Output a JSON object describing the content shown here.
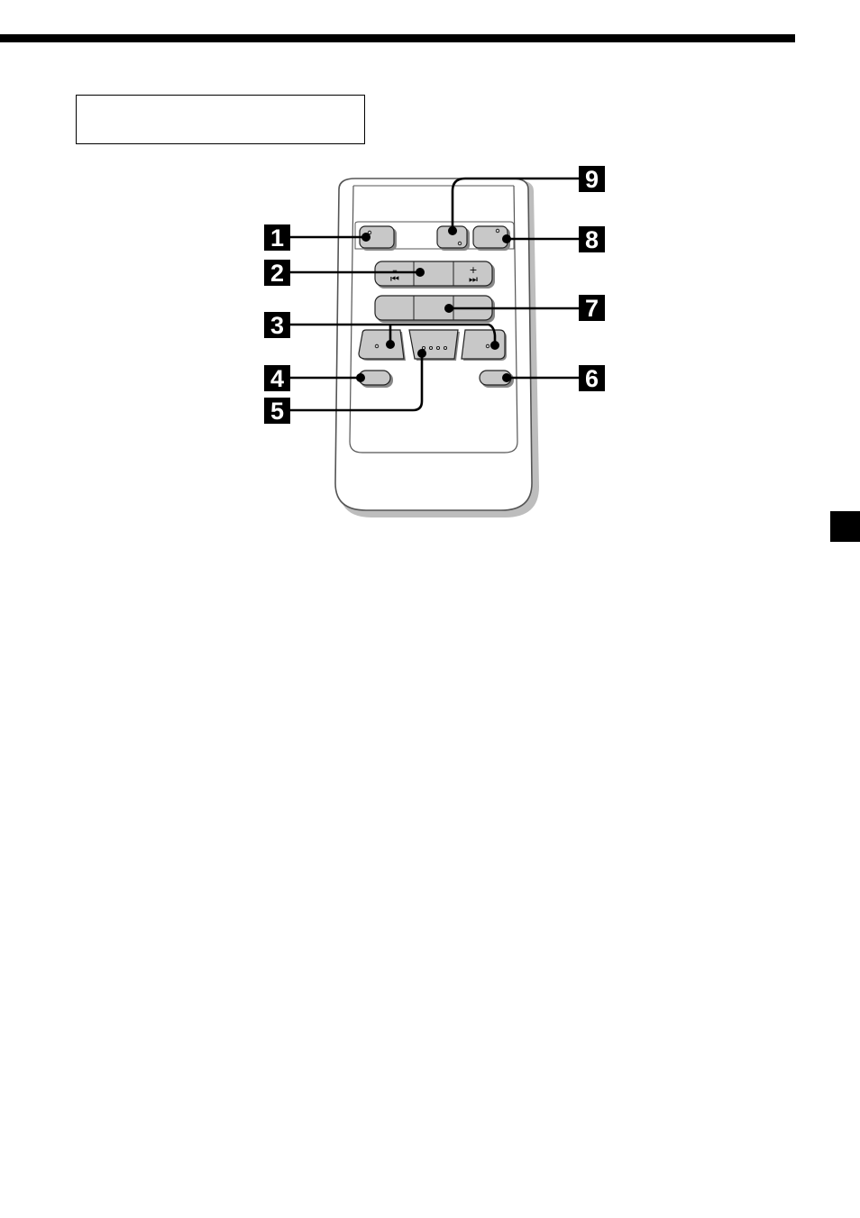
{
  "page": {
    "title_box_text": "",
    "tab_text": ""
  },
  "remote": {
    "buttons": [
      {
        "id": "btn-top-left",
        "label": ""
      },
      {
        "id": "btn-top-mid",
        "label": ""
      },
      {
        "id": "btn-top-right",
        "label": ""
      },
      {
        "id": "btn-seek-minus",
        "label": "–"
      },
      {
        "id": "btn-seek-plus",
        "label": "+"
      },
      {
        "id": "btn-row3",
        "label": ""
      },
      {
        "id": "btn-left",
        "label": ""
      },
      {
        "id": "btn-center",
        "label": ""
      },
      {
        "id": "btn-right",
        "label": ""
      },
      {
        "id": "btn-small-left",
        "label": ""
      },
      {
        "id": "btn-small-right",
        "label": ""
      }
    ],
    "seek_minus_symbol": "–",
    "seek_plus_symbol": "+",
    "skip_back_glyph": "⏮",
    "skip_fwd_glyph": "⏭"
  },
  "callouts": [
    "1",
    "2",
    "3",
    "4",
    "5",
    "6",
    "7",
    "8",
    "9"
  ],
  "colors": {
    "button_fill": "#c8c8c8",
    "body_stroke": "#555555",
    "callout_bg": "#000000",
    "shadow": "#bdbdbd"
  }
}
